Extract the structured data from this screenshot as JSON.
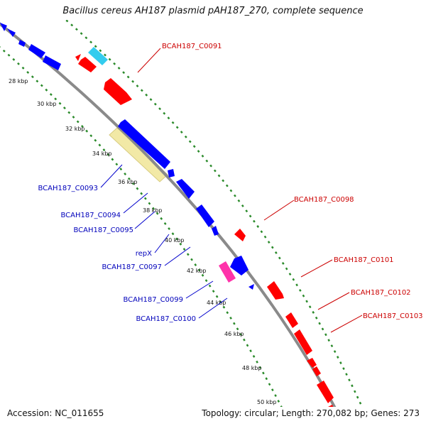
{
  "title": "Bacillus cereus AH187 plasmid pAH187_270, complete sequence",
  "accession": "Accession: NC_011655",
  "topology": "Topology: circular; Length: 270,082 bp; Genes: 273",
  "colors": {
    "forward": "#ff0000",
    "reverse": "#0000ff",
    "cyan_feature": "#33ccee",
    "magenta_feature": "#ff33aa",
    "highlight": "#f0e6a0",
    "backbone": "#888888",
    "gc_ticks": "#228822",
    "forward_label": "#cc0000",
    "reverse_label": "#0000bb"
  },
  "kbp_ticks": [
    "28 kbp",
    "30 kbp",
    "32 kbp",
    "34 kbp",
    "36 kbp",
    "38 kbp",
    "40 kbp",
    "42 kbp",
    "44 kbp",
    "46 kbp",
    "48 kbp",
    "50 kbp"
  ],
  "reverse_labels": [
    "BCAH187_C0093",
    "BCAH187_C0094",
    "BCAH187_C0095",
    "repX",
    "BCAH187_C0097",
    "BCAH187_C0099",
    "BCAH187_C0100"
  ],
  "forward_labels": [
    "BCAH187_C0091",
    "BCAH187_C0098",
    "BCAH187_C0101",
    "BCAH187_C0102",
    "BCAH187_C0103"
  ]
}
